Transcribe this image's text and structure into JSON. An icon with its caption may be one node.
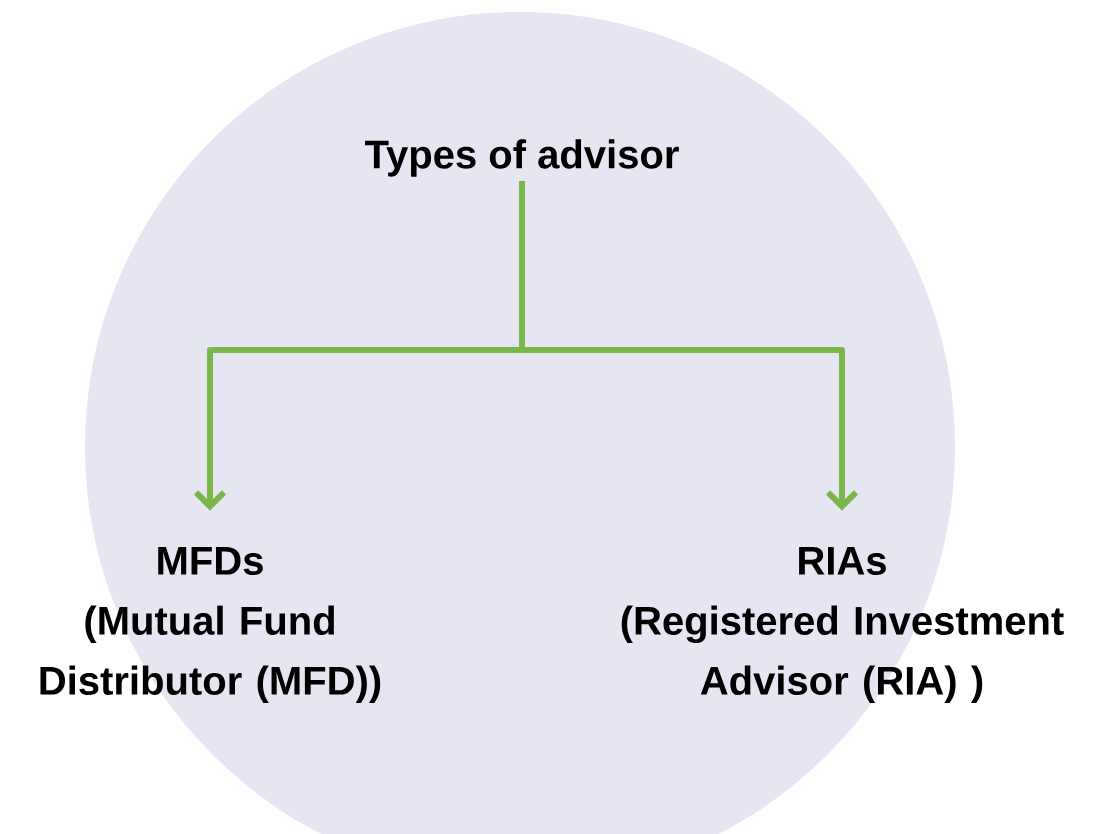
{
  "diagram": {
    "nodes": [
      {
        "text": [
          "Types of advisor"
        ]
      },
      {
        "text": [
          "MFDs",
          "(Mutual Fund Distributor (MFD))"
        ]
      },
      {
        "text": [
          "RIAs",
          "(Registered Investment Advisor (RIA) )"
        ]
      }
    ],
    "edges": [
      {
        "from": 0,
        "to": 1,
        "arrow": "to"
      },
      {
        "from": 0,
        "to": 2,
        "arrow": "to"
      }
    ]
  }
}
